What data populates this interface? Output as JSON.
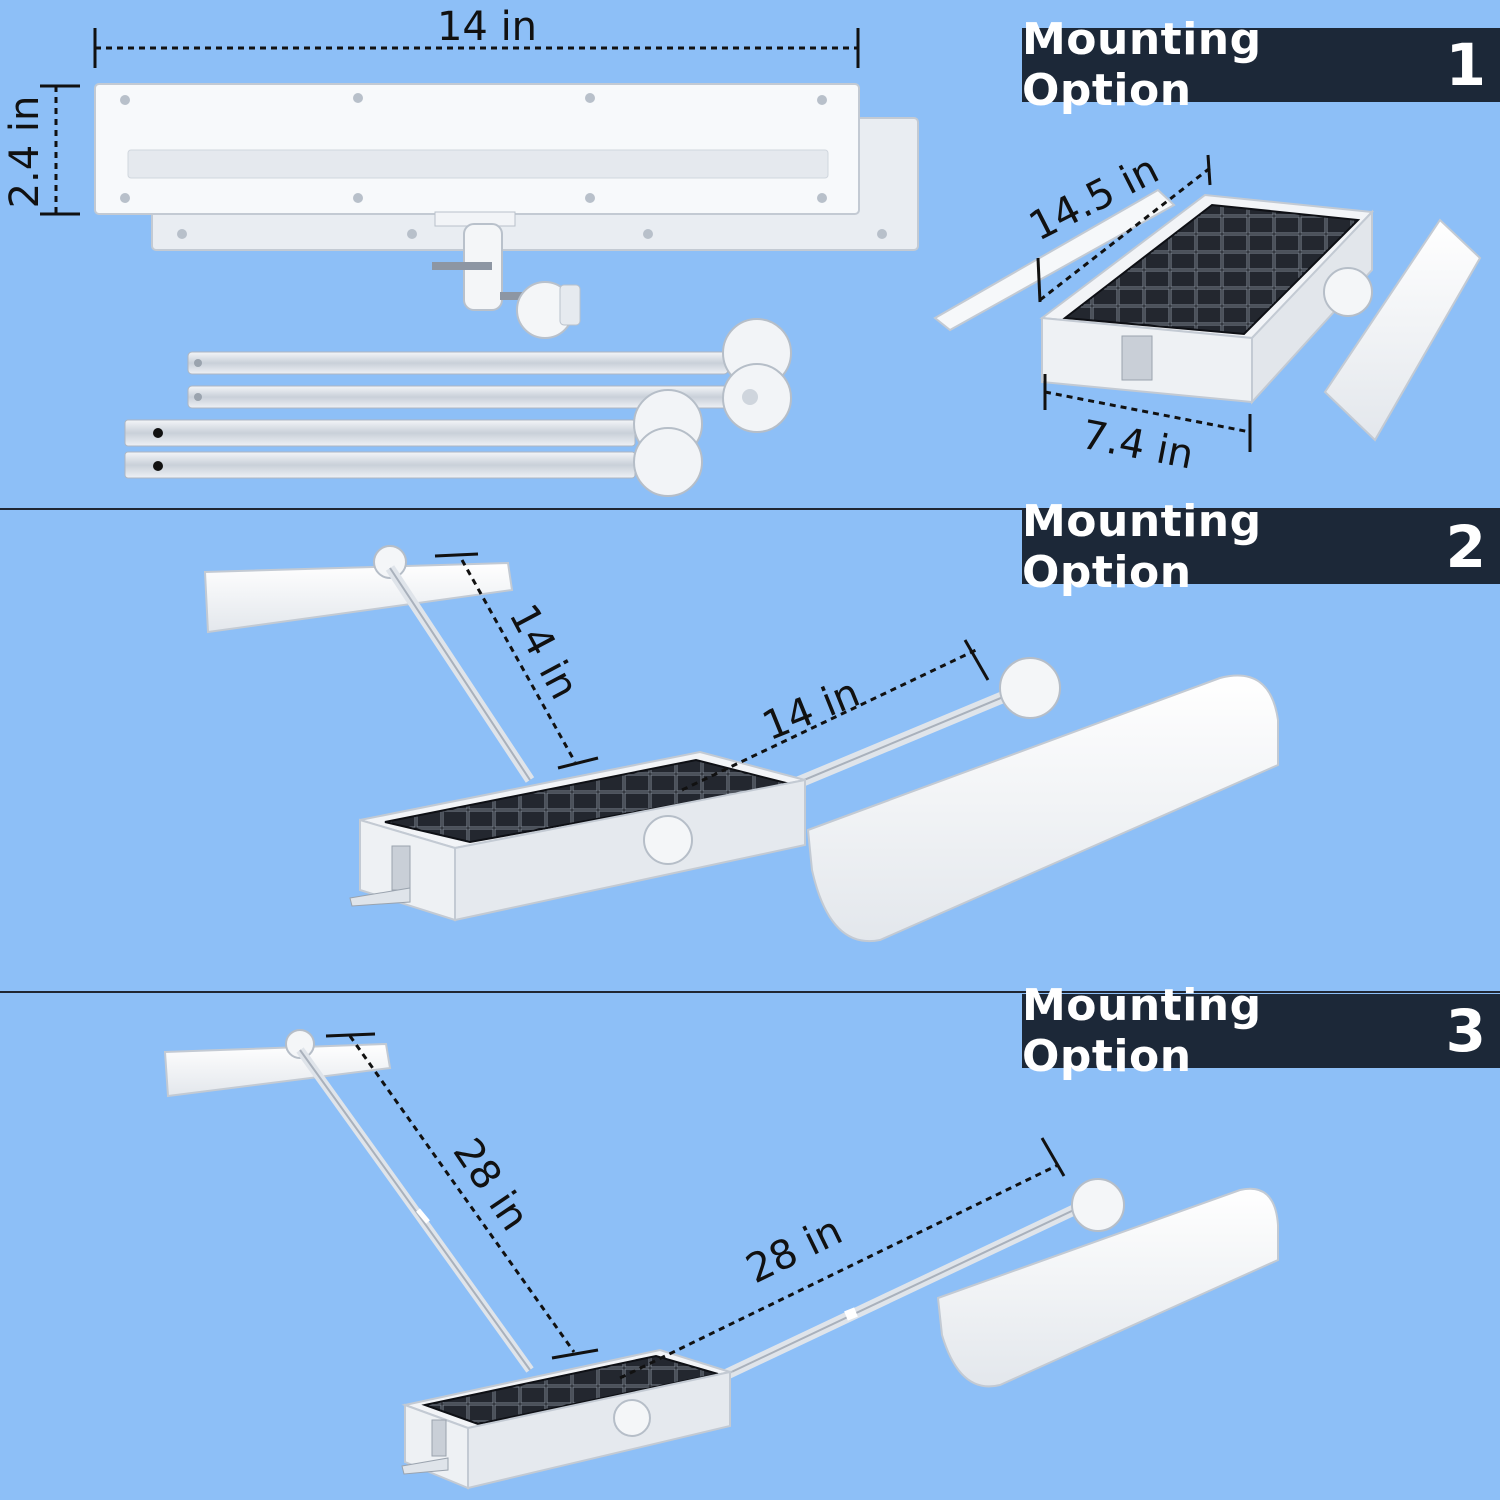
{
  "colors": {
    "background": "#8dbff7",
    "banner": "#1c2838",
    "banner_text": "#ffffff",
    "panel_white": "#f4f6f8",
    "solar_cell": "#1a1d24",
    "pole": "#d4dae2"
  },
  "option1": {
    "label": "Mounting Option",
    "number": "1",
    "dims": {
      "width_top": "14 in",
      "height_left": "2.4 in",
      "diag": "14.5 in",
      "base": "7.4 in"
    }
  },
  "option2": {
    "label": "Mounting Option",
    "number": "2",
    "dims": {
      "arm_left": "14 in",
      "arm_right": "14 in"
    }
  },
  "option3": {
    "label": "Mounting Option",
    "number": "3",
    "dims": {
      "arm_left": "28 in",
      "arm_right": "28 in"
    }
  }
}
